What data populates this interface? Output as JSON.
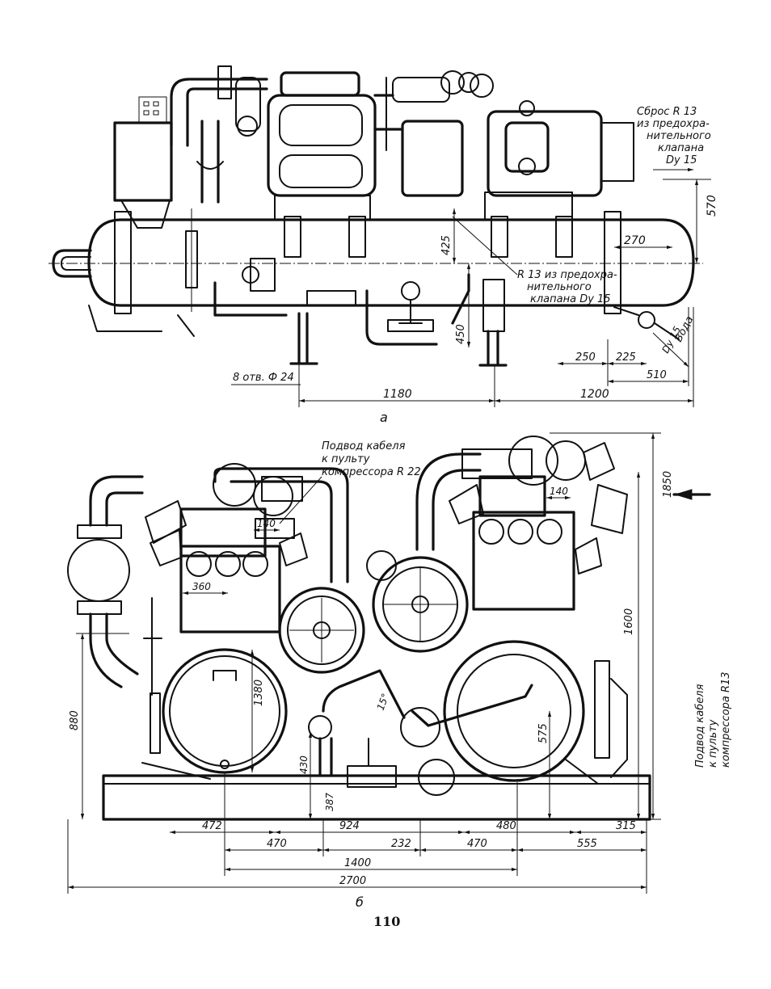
{
  "view_a": {
    "caption": "а",
    "labels": {
      "relief_r13_top": [
        "Сброс R 13",
        "из предохра-",
        "нительного",
        "клапана",
        "Dy 15"
      ],
      "relief_r13_mid": [
        "R 13 из предохра-",
        "нительного",
        "клапана Dy 15"
      ],
      "holes": "8 отв. Ф 24",
      "water": "Вода",
      "water_dy": "Dy 15"
    },
    "dimensions": [
      "570",
      "270",
      "425",
      "450",
      "250",
      "225",
      "510",
      "1180",
      "1200"
    ]
  },
  "view_b": {
    "caption": "б",
    "labels": {
      "cable_r22": [
        "Подвод кабеля",
        "к пульту",
        "компрессора R 22"
      ],
      "cable_r13": [
        "Подвод кабеля",
        "к пульту",
        "компрессора R13"
      ],
      "angle": "15°"
    },
    "dimensions": [
      "1850",
      "140",
      "140",
      "360",
      "1600",
      "880",
      "1380",
      "430",
      "387",
      "575",
      "472",
      "924",
      "480",
      "315",
      "470",
      "232",
      "470",
      "555",
      "1400",
      "2700"
    ]
  },
  "page_number": "110"
}
